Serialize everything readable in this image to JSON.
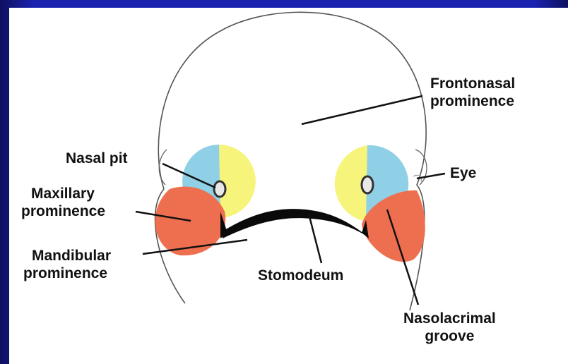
{
  "labels": {
    "frontonasal_line1": "Frontonasal",
    "frontonasal_line2": "prominence",
    "nasal_pit": "Nasal pit",
    "eye": "Eye",
    "maxillary_line1": "Maxillary",
    "maxillary_line2": "prominence",
    "mandibular_line1": "Mandibular",
    "mandibular_line2": "prominence",
    "stomodeum": "Stomodeum",
    "nasolacrimal_line1": "Nasolacrimal",
    "nasolacrimal_line2": "groove"
  },
  "colors": {
    "background_border": "#1b22b0",
    "medial_nasal_yellow": "#f6f47a",
    "lateral_nasal_blue": "#8fd0e6",
    "maxillary_orange": "#ee6f4f",
    "stomodeum_black": "#0a0a0a"
  }
}
